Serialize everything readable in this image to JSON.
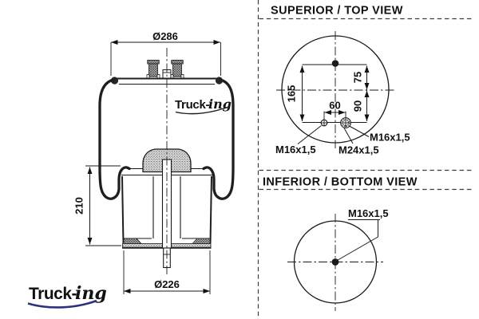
{
  "colors": {
    "ink": "#1a1a1a",
    "logo_navy": "#2b3380",
    "logo_orange": "#e8791d"
  },
  "side_view": {
    "dims": {
      "top_diameter": "Ø286",
      "height": "210",
      "bottom_diameter": "Ø226"
    },
    "logo": {
      "bold": "Truck-",
      "script": "ing"
    }
  },
  "superior_view": {
    "title": "SUPERIOR / TOP VIEW",
    "dims": {
      "total_height": "165",
      "offset_top": "75",
      "offset_bottom": "90",
      "stud_spacing": "60"
    },
    "labels": {
      "stud_left": "M16x1,5",
      "stud_right": "M16x1,5",
      "center_port": "M24x1,5"
    }
  },
  "inferior_view": {
    "title": "INFERIOR / BOTTOM VIEW",
    "labels": {
      "center_stud": "M16x1,5"
    }
  },
  "brand_logo": {
    "bold": "Truck-",
    "script": "ing"
  }
}
